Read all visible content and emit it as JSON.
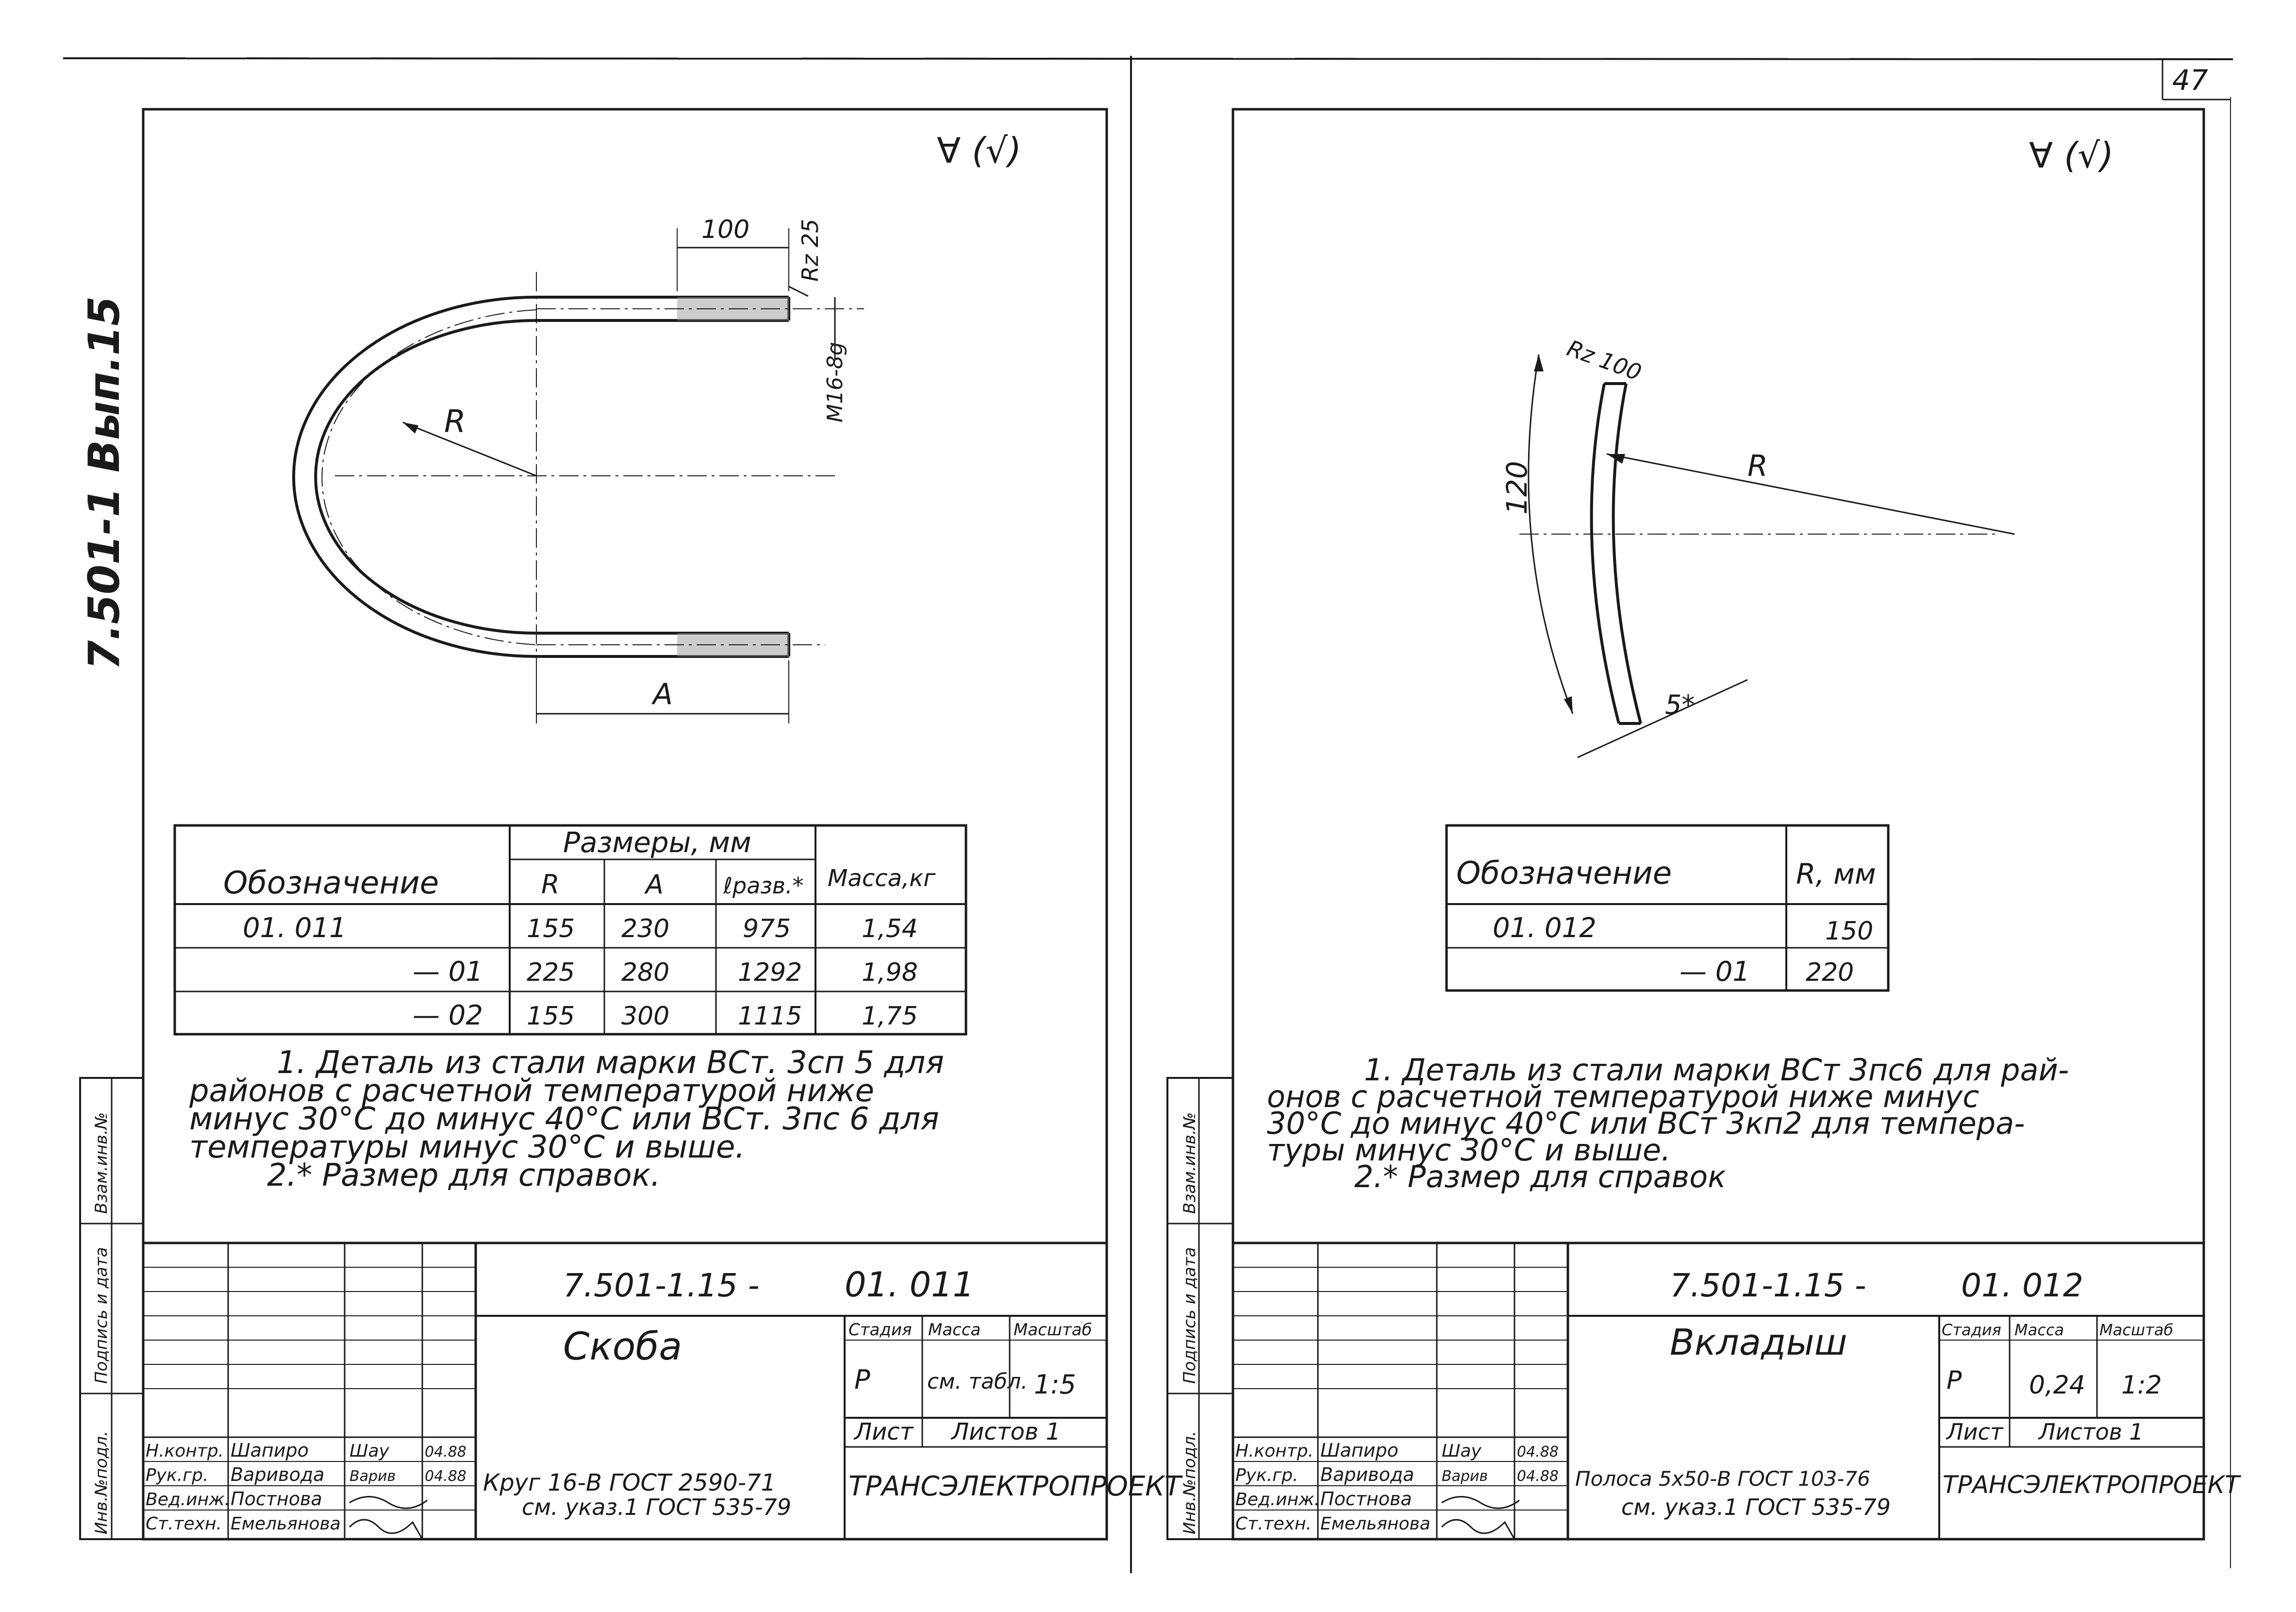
{
  "page_number": "47",
  "series_code": "7.501-1 Вып.15",
  "left_sheet": {
    "roughness_mark": "∀ (√)",
    "drawing": {
      "dim_100": "100",
      "roughness_rz": "Rz 25",
      "thread": "M16-8g",
      "radius": "R",
      "dim_a": "A"
    },
    "table": {
      "head_designation": "Обозначение",
      "head_dimensions": "Размеры, мм",
      "head_r": "R",
      "head_a": "A",
      "head_len": "ℓразв.*",
      "head_mass": "Масса,кг",
      "rows": [
        {
          "designation": "01. 011",
          "r": "155",
          "a": "230",
          "len": "975",
          "mass": "1,54"
        },
        {
          "designation": "— 01",
          "r": "225",
          "a": "280",
          "len": "1292",
          "mass": "1,98"
        },
        {
          "designation": "— 02",
          "r": "155",
          "a": "300",
          "len": "1115",
          "mass": "1,75"
        }
      ]
    },
    "notes": [
      "1. Деталь из стали марки ВСт. 3сп 5 для",
      "районов с расчетной температурой ниже",
      "минус 30°С до минус 40°С или ВСт. 3пс 6 для",
      "температуры минус 30°С и выше.",
      "2.* Размер для справок."
    ],
    "stamp": {
      "code": "7.501-1.15 -",
      "mark": "01. 011",
      "name": "Скоба",
      "stage_label": "Стадия",
      "mass_label": "Масса",
      "scale_label": "Масштаб",
      "stage": "Р",
      "mass": "см. табл.",
      "scale": "1:5",
      "sheet_label": "Лист",
      "sheets_label": "Листов 1",
      "material_line1": "Круг 16-В ГОСТ 2590-71",
      "material_line2": "см. указ.1 ГОСТ 535-79",
      "company": "ТРАНСЭЛЕКТРОПРОЕКТ",
      "people": [
        {
          "role": "Н.контр.",
          "name": "Шапиро",
          "sign": "Шау",
          "date": "04.88"
        },
        {
          "role": "Рук.гр.",
          "name": "Варивода",
          "sign": "Варив",
          "date": "04.88"
        },
        {
          "role": "Вед.инж.",
          "name": "Постнова",
          "sign": "",
          "date": ""
        },
        {
          "role": "Ст.техн.",
          "name": "Емельянова",
          "sign": "",
          "date": ""
        }
      ]
    },
    "side_labels": [
      "Инв.№подл.",
      "Подпись и дата",
      "Взам.инв.№"
    ]
  },
  "right_sheet": {
    "roughness_mark": "∀ (√)",
    "drawing": {
      "roughness_rz": "Rz 100",
      "dim_120": "120",
      "radius": "R",
      "dim_5": "5*"
    },
    "table": {
      "head_designation": "Обозначение",
      "head_r": "R, мм",
      "rows": [
        {
          "designation": "01. 012",
          "r": "150"
        },
        {
          "designation": "— 01",
          "r": "220"
        }
      ]
    },
    "notes": [
      "1. Деталь из стали марки ВСт 3пс6 для рай-",
      "онов с расчетной температурой ниже минус",
      "30°С до минус 40°С или ВСт 3кп2 для темпера-",
      "туры минус 30°С и выше.",
      "2.* Размер для справок"
    ],
    "stamp": {
      "code": "7.501-1.15 -",
      "mark": "01. 012",
      "name": "Вкладыш",
      "stage_label": "Стадия",
      "mass_label": "Масса",
      "scale_label": "Масштаб",
      "stage": "Р",
      "mass": "0,24",
      "scale": "1:2",
      "sheet_label": "Лист",
      "sheets_label": "Листов 1",
      "material_line1": "Полоса 5x50-В ГОСТ 103-76",
      "material_line2": "см. указ.1 ГОСТ 535-79",
      "company": "ТРАНСЭЛЕКТРОПРОЕКТ",
      "people": [
        {
          "role": "Н.контр.",
          "name": "Шапиро",
          "sign": "Шау",
          "date": "04.88"
        },
        {
          "role": "Рук.гр.",
          "name": "Варивода",
          "sign": "Варив",
          "date": "04.88"
        },
        {
          "role": "Вед.инж.",
          "name": "Постнова",
          "sign": "",
          "date": ""
        },
        {
          "role": "Ст.техн.",
          "name": "Емельянова",
          "sign": "",
          "date": ""
        }
      ]
    },
    "side_labels": [
      "Инв.№подл.",
      "Подпись и дата",
      "Взам.инв.№"
    ]
  }
}
